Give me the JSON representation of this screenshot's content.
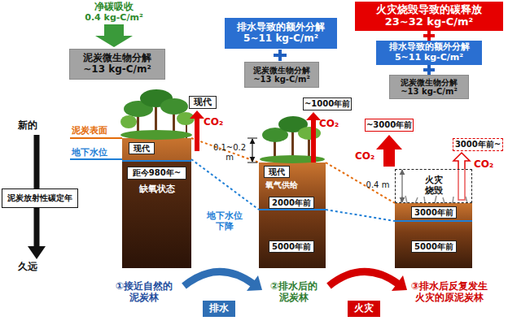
{
  "diagram": {
    "nodes": [
      {
        "text": [
          "泥炭微生物分解",
          "~13 kg-C/m²"
        ]
      },
      {
        "text": [
          "排水导致的额外分解",
          "5~11 kg-C/m²"
        ]
      },
      {
        "text": [
          "泥炭微生物分解",
          "~13 kg-C/m²"
        ]
      },
      {
        "text": [
          "火灾烧毁导致的碳释放",
          "23~32 kg-C/m²"
        ]
      },
      {
        "text": [
          "排水导致的额外分解",
          "5~11 kg-C/m²"
        ]
      },
      {
        "text": [
          "泥炭微生物分解",
          "~13 kg-C/m²"
        ]
      },
      {
        "text": [
          "泥炭放射性碳定年"
        ]
      },
      {
        "text": [
          "现代"
        ]
      },
      {
        "text": [
          "现代"
        ]
      },
      {
        "text": [
          "缺氧状态"
        ]
      },
      {
        "text": [
          "距今980年~"
        ],
        "in": 9
      },
      {
        "text": [
          "~1000年前"
        ]
      },
      {
        "text": [
          "现代"
        ]
      },
      {
        "text": [
          "2000年前"
        ]
      },
      {
        "text": [
          "5000年前"
        ]
      },
      {
        "text": [
          "~3000年前"
        ]
      },
      {
        "text": [
          "3000年前~"
        ]
      },
      {
        "text": [
          "火灾 烧毁"
        ]
      },
      {
        "text": [
          "3000年前"
        ]
      },
      {
        "text": [
          "5000年前"
        ]
      },
      {
        "text": [
          "排水"
        ]
      },
      {
        "text": [
          "火灾"
        ]
      }
    ],
    "labels": [
      "净碳吸收",
      "0.4 kg-C/m²",
      "新的",
      "久远",
      "泥炭表面",
      "地下水位",
      "CO₂",
      "0.1~0.2 m",
      "CO₂",
      "地下水位 下降",
      "氧气供给",
      "CO₂",
      "CO₂",
      "0.4 m",
      "①接近自然的 泥炭林",
      "②排水后的 泥炭林",
      "③排水后反复发生 火灾的原泥炭林"
    ]
  }
}
